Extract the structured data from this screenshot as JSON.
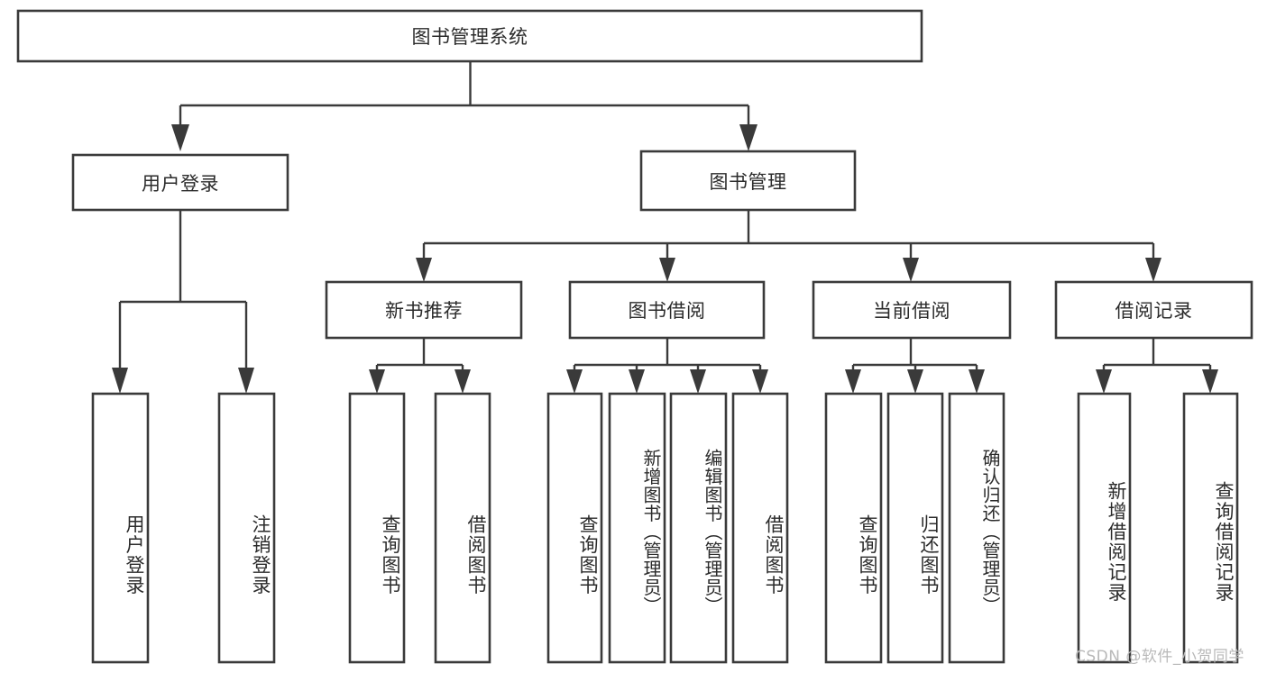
{
  "diagram": {
    "type": "tree-hierarchy-chart",
    "title_text": "图书管理系统",
    "watermark": "CSDN @软件_小贺同学",
    "colors": {
      "box_stroke": "#3a3a3a",
      "box_fill": "#ffffff",
      "text": "#2b2b2b",
      "background": "#ffffff",
      "watermark": "#b9b9b9"
    },
    "root": {
      "label": "图书管理系统"
    },
    "level2": [
      {
        "label": "用户登录"
      },
      {
        "label": "图书管理"
      }
    ],
    "level3": [
      {
        "label": "新书推荐"
      },
      {
        "label": "图书借阅"
      },
      {
        "label": "当前借阅"
      },
      {
        "label": "借阅记录"
      }
    ],
    "leaves": {
      "user_login": [
        {
          "label": "用户登录"
        },
        {
          "label": "注销登录"
        }
      ],
      "new_book_recommend": [
        {
          "label": "查询图书"
        },
        {
          "label": "借阅图书"
        }
      ],
      "book_borrow": [
        {
          "label": "查询图书"
        },
        {
          "label": "新增图书（管理员）"
        },
        {
          "label": "编辑图书（管理员）"
        },
        {
          "label": "借阅图书"
        }
      ],
      "current_borrow": [
        {
          "label": "查询图书"
        },
        {
          "label": "归还图书"
        },
        {
          "label": "确认归还（管理员）"
        }
      ],
      "borrow_record": [
        {
          "label": "新增借阅记录"
        },
        {
          "label": "查询借阅记录"
        }
      ]
    }
  }
}
